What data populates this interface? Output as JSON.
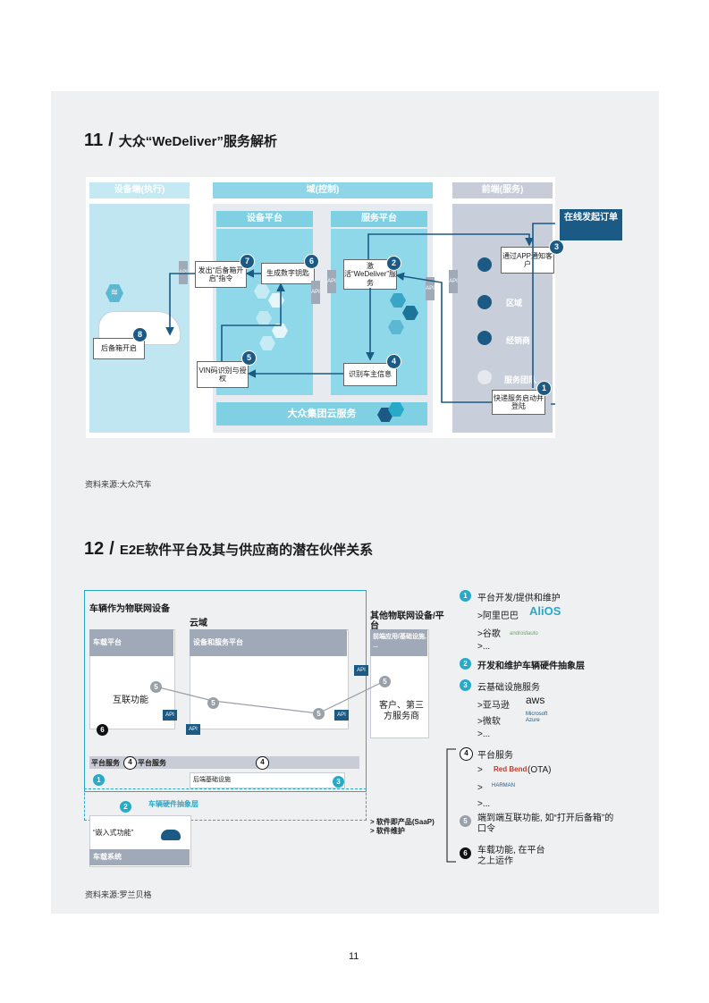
{
  "section11": {
    "number": "11",
    "slash": "/",
    "title": "大众“WeDeliver”服务解析",
    "source": "资料来源:大众汽车",
    "col_headers": {
      "device": "设备端(执行)",
      "domain": "域(控制)",
      "frontend": "前端(服务)"
    },
    "sub_headers": {
      "device_platform": "设备平台",
      "service_platform": "服务平台"
    },
    "cloud_label": "大众集团云服务",
    "online_order": "在线发起订单",
    "boxes": {
      "trunk_open": "后备箱开启",
      "send_cmd": "发出“后备箱开启”指令",
      "gen_key": "生成数字钥匙",
      "activate": "激活“WeDeliver”服务",
      "vin_auth": "VIN码识别与授权",
      "identify_owner": "识别车主信息",
      "app_notify": "通过APP通知客户",
      "delivery_login": "快递服务启动并登陆"
    },
    "frontend_items": [
      "区域",
      "经销商",
      "服务团队"
    ],
    "api_label": "API",
    "steps": [
      "1",
      "2",
      "3",
      "4",
      "5",
      "6",
      "7",
      "8"
    ]
  },
  "section12": {
    "number": "12",
    "slash": "/",
    "title": "E2E软件平台及其与供应商的潜在伙伴关系",
    "source": "资料来源:罗兰贝格",
    "left": {
      "vehicle_iot": "车辆作为物联网设备",
      "cloud": "云域",
      "other_iot": "其他物联网设备/平台",
      "onboard_platform": "车载平台",
      "device_service_platform": "设备和服务平台",
      "frontend_app": "前端应用/基础设施, ...",
      "connect_func": "互联功能",
      "customer_third": "客户、第三方服务商",
      "platform_service_a": "平台服务",
      "platform_service_b": "平台服务",
      "backend_infra": "后端基础设施",
      "hw_abstraction": "车辆硬件抽象层",
      "embedded_func": "“嵌入式功能”",
      "onboard_system": "车载系统",
      "saas": "> 软件即产品(SaaP)",
      "sw_maintenance": "> 软件维护",
      "api": "API"
    },
    "legend": {
      "l1_title": "平台开发/提供和维护",
      "l1_items": [
        ">阿里巴巴",
        ">谷歌",
        ">..."
      ],
      "alios": "AliOS",
      "android_auto": "androidauto",
      "l2_title": "开发和维护车辆硬件抽象层",
      "l3_title": "云基础设施服务",
      "l3_items": [
        ">亚马逊",
        ">微软",
        ">..."
      ],
      "aws": "aws",
      "azure": "Microsoft Azure",
      "l4_title": "平台服务",
      "l4_items": [
        ">",
        ">",
        ">..."
      ],
      "redbend": "Red Bend",
      "ota": "(OTA)",
      "harman": "HARMAN",
      "l5_title": "端到端互联功能, 如“打开后备箱”的口令",
      "l6_title": "车载功能, 在平台之上运作",
      "nums": [
        "1",
        "2",
        "3",
        "4",
        "5",
        "6"
      ]
    }
  },
  "page_number": "11",
  "colors": {
    "teal": "#29a9c8",
    "light_teal": "#7fd0e3",
    "navy": "#1a5a85",
    "gray": "#c8ccd6",
    "dark_gray": "#9aa0a8"
  }
}
